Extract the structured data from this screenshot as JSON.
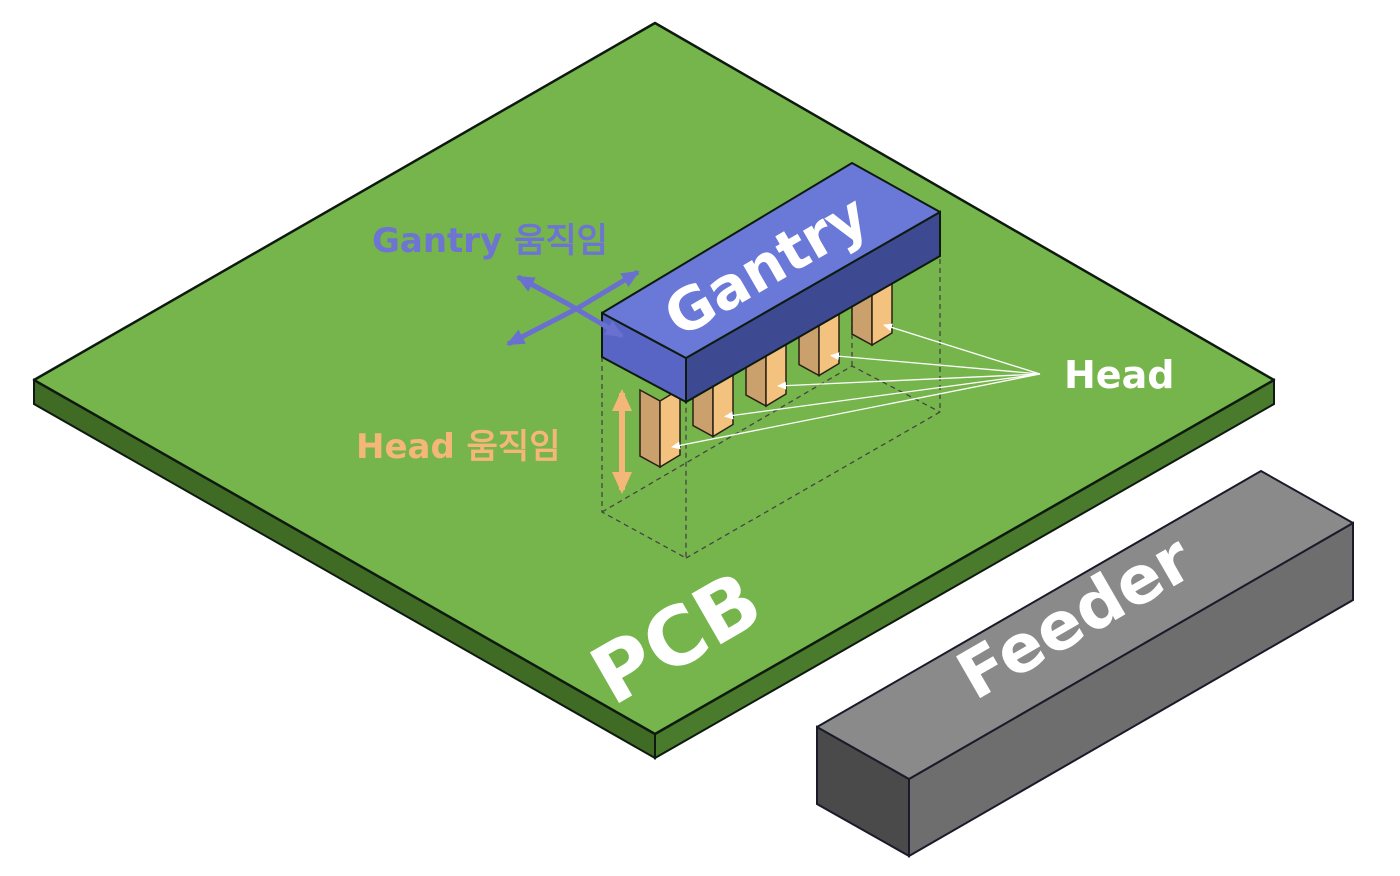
{
  "labels": {
    "pcb": "PCB",
    "gantry": "Gantry",
    "feeder": "Feeder",
    "head": "Head",
    "gantry_motion": "Gantry 움직임",
    "head_motion": "Head 움직임"
  },
  "colors": {
    "pcb_top": "#76b54b",
    "pcb_side_left": "#3f6b25",
    "pcb_side_right": "#4a7a2c",
    "gantry_top": "#6a78d8",
    "gantry_side": "#3d4a91",
    "gantry_front": "#5865c4",
    "head_front": "#caa06c",
    "head_side": "#f2c27e",
    "feeder_top": "#8a8a8a",
    "feeder_side_left": "#4a4a4a",
    "feeder_side_right": "#6e6e6e",
    "gantry_text": "#6e74d2",
    "head_text": "#f4b779",
    "outline": "#0e1a10"
  },
  "icons": {
    "gantry_motion": "double-arrow-cross-icon",
    "head_motion": "vertical-double-arrow-icon"
  },
  "head_count": 5
}
